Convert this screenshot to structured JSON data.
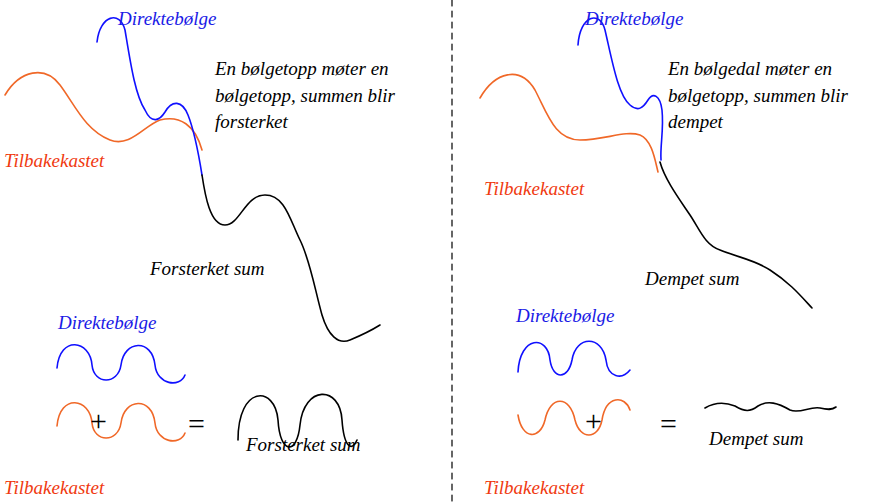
{
  "diagram": {
    "labels": [
      "Direktebølge",
      "En bølgetopp møter en bølgetopp, summen blir forsterket",
      "Tilbakekastet",
      "Forsterket sum",
      "Direktebølge",
      "+",
      "=",
      "Forsterket sum",
      "Tilbakekastet",
      "Direktebølge",
      "En bølgedal møter en bølgetopp, summen blir dempet",
      "Tilbakekastet",
      "Dempet sum",
      "Direktebølge",
      "+",
      "=",
      "Dempet sum",
      "Tilbakekastet"
    ]
  }
}
